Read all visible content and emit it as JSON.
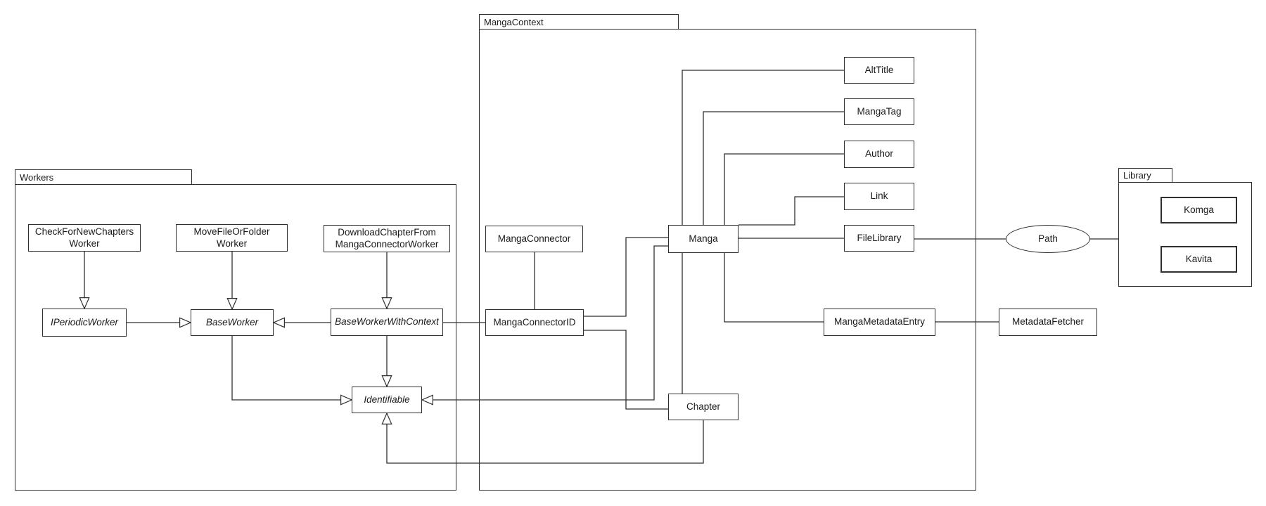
{
  "diagram": {
    "background": "#ffffff",
    "line_color": "#2f2f2f"
  },
  "packages": {
    "workers": {
      "label": "Workers"
    },
    "manga_context": {
      "label": "MangaContext"
    },
    "library": {
      "label": "Library"
    }
  },
  "nodes": {
    "check_for_new_chapters_worker": {
      "lines": [
        "CheckForNewChapters",
        "Worker"
      ]
    },
    "move_file_or_folder_worker": {
      "lines": [
        "MoveFileOrFolder",
        "Worker"
      ]
    },
    "download_chapter_from_manga_connector_worker": {
      "lines": [
        "DownloadChapterFrom",
        "MangaConnectorWorker"
      ]
    },
    "i_periodic_worker": {
      "label": "IPeriodicWorker",
      "style": "abstract"
    },
    "base_worker": {
      "label": "BaseWorker",
      "style": "abstract"
    },
    "base_worker_with_context": {
      "label": "BaseWorkerWithContext",
      "style": "abstract"
    },
    "identifiable": {
      "label": "Identifiable",
      "style": "abstract"
    },
    "manga_connector": {
      "label": "MangaConnector"
    },
    "manga_connector_id": {
      "label": "MangaConnectorID"
    },
    "manga": {
      "label": "Manga"
    },
    "chapter": {
      "label": "Chapter"
    },
    "alt_title": {
      "label": "AltTitle"
    },
    "manga_tag": {
      "label": "MangaTag"
    },
    "author": {
      "label": "Author"
    },
    "link": {
      "label": "Link"
    },
    "file_library": {
      "label": "FileLibrary"
    },
    "manga_metadata_entry": {
      "label": "MangaMetadataEntry"
    },
    "metadata_fetcher": {
      "label": "MetadataFetcher"
    },
    "komga": {
      "label": "Komga"
    },
    "kavita": {
      "label": "Kavita"
    },
    "path": {
      "label": "Path",
      "shape": "ellipse"
    }
  }
}
